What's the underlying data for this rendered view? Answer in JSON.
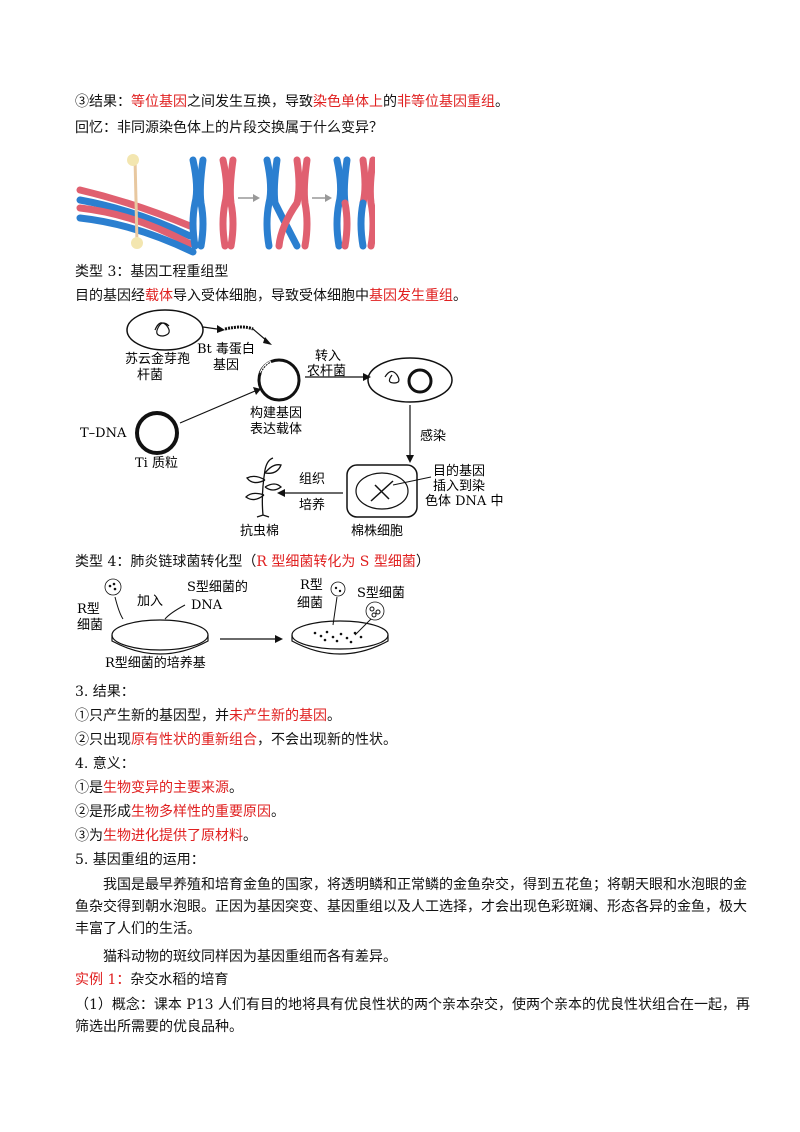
{
  "result_line": {
    "p1": "③结果：",
    "r1": "等位基因",
    "p2": "之间发生互换，导致",
    "r2": "染色单体上",
    "p3": "的",
    "r3": "非等位基因重组",
    "p4": "。"
  },
  "recall_line": "回忆：非同源染色体上的片段交换属于什么变异？",
  "type3": {
    "title": "类型 3：基因工程重组型",
    "desc": {
      "p1": "目的基因经",
      "r1": "载体",
      "p2": "导入受体细胞，导致受体细胞中",
      "r2": "基因发生重组",
      "p3": "。"
    }
  },
  "diagram3": {
    "bacteria": "苏云金芽孢",
    "bacteria2": "杆菌",
    "bt1": "Bt 毒蛋白",
    "bt2": "基因",
    "build1": "构建基因",
    "build2": "表达载体",
    "transfer1": "转入",
    "transfer2": "农杆菌",
    "tdna": "T–DNA",
    "ti": "Ti 质粒",
    "infect": "感染",
    "target1": "目的基因",
    "target2": "插入到染",
    "target3": "色体 DNA 中",
    "cell": "棉株细胞",
    "culture1": "组织",
    "culture2": "培养",
    "cotton": "抗虫棉"
  },
  "type4": {
    "title_p": "类型 4：肺炎链球菌转化型（",
    "title_r": "R 型细菌转化为 S 型细菌",
    "title_e": "）"
  },
  "diagram4": {
    "r_left1": "R型",
    "r_left2": "细菌",
    "add": "加入",
    "s_dna1": "S型细菌的",
    "s_dna2": "DNA",
    "medium": "R型细菌的培养基",
    "r_right1": "R型",
    "r_right2": "细菌",
    "s_right": "S型细菌"
  },
  "sec3": {
    "title": "3. 结果：",
    "l1": {
      "p1": "①只产生新的基因型，并",
      "r1": "未产生新的基因",
      "p2": "。"
    },
    "l2": {
      "p1": "②只出现",
      "r1": "原有性状的重新组合",
      "p2": "，不会出现新的性状。"
    }
  },
  "sec4": {
    "title": "4. 意义：",
    "l1": {
      "p1": "①是",
      "r1": "生物变异的主要来源",
      "p2": "。"
    },
    "l2": {
      "p1": "②是形成",
      "r1": "生物多样性的重要原因",
      "p2": "。"
    },
    "l3": {
      "p1": "③为",
      "r1": "生物进化提供了原材料",
      "p2": "。"
    }
  },
  "sec5": {
    "title": "5. 基因重组的运用：",
    "para1": "我国是最早养殖和培育金鱼的国家，将透明鳞和正常鳞的金鱼杂交，得到五花鱼；将朝天眼和水泡眼的金鱼杂交得到朝水泡眼。正因为基因突变、基因重组以及人工选择，才会出现色彩斑斓、形态各异的金鱼，极大丰富了人们的生活。",
    "para2": "猫科动物的斑纹同样因为基因重组而各有差异。"
  },
  "example": {
    "label": "实例 1：",
    "title": "杂交水稻的培育",
    "concept": "（1）概念：课本 P13 人们有目的地将具有优良性状的两个亲本杂交，使两个亲本的优良性状组合在一起，再筛选出所需要的优良品种。"
  }
}
